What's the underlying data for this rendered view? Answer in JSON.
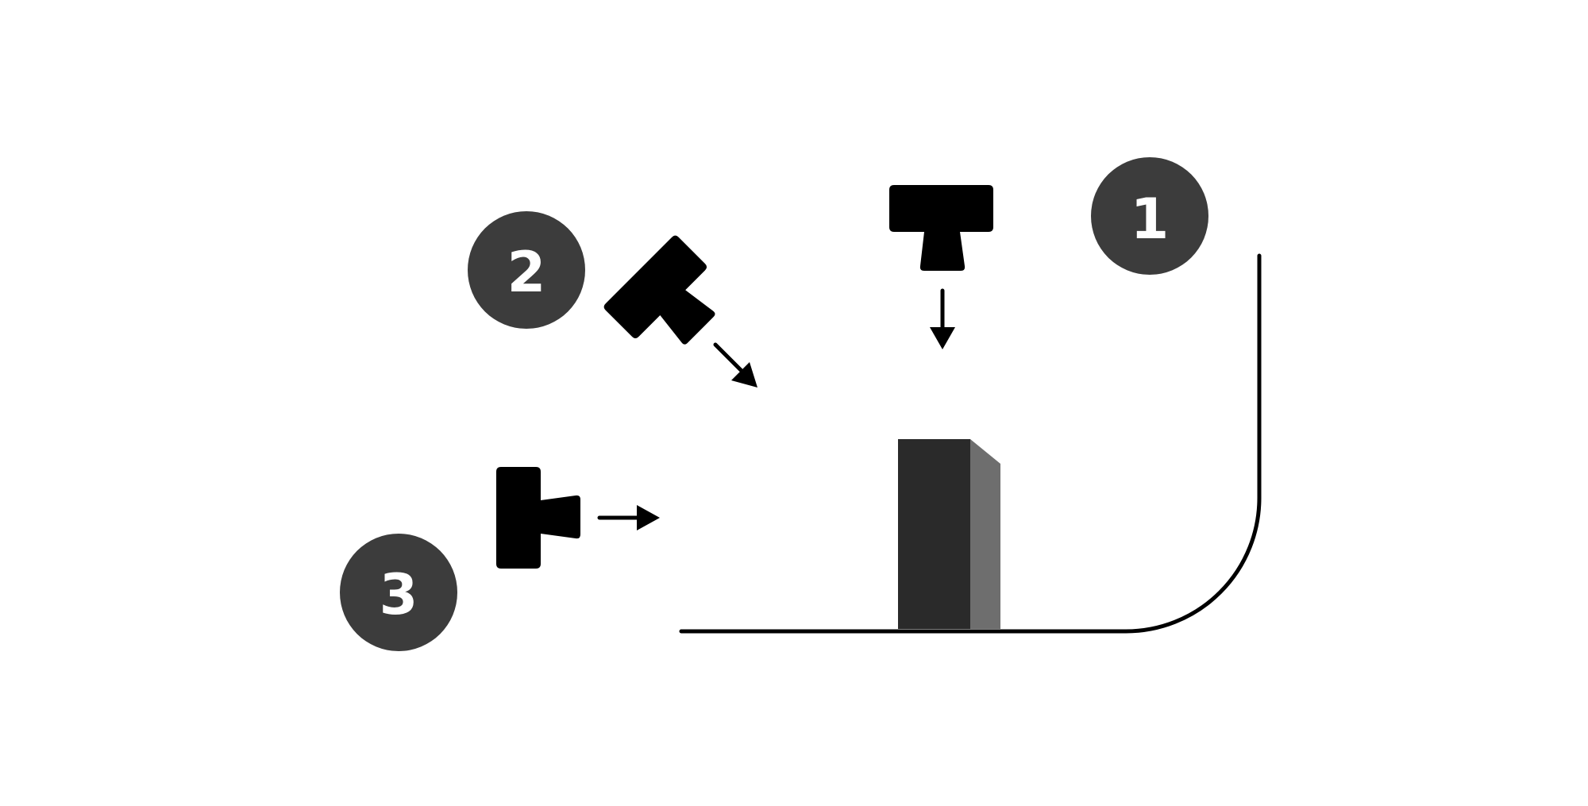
{
  "badges": [
    {
      "label": "1"
    },
    {
      "label": "2"
    },
    {
      "label": "3"
    }
  ],
  "colors": {
    "background": "#ffffff",
    "badge_fill": "#3c3c3c",
    "badge_text": "#ffffff",
    "light_fixture": "#000000",
    "arrow": "#000000",
    "object_front": "#2a2a2a",
    "object_side": "#6e6e6e",
    "backdrop_line": "#000000"
  },
  "icons": {
    "light_1": "light-fixture-icon",
    "light_2": "light-fixture-icon",
    "light_3": "light-fixture-icon",
    "arrow_1": "arrow-down-icon",
    "arrow_2": "arrow-down-right-icon",
    "arrow_3": "arrow-right-icon"
  }
}
